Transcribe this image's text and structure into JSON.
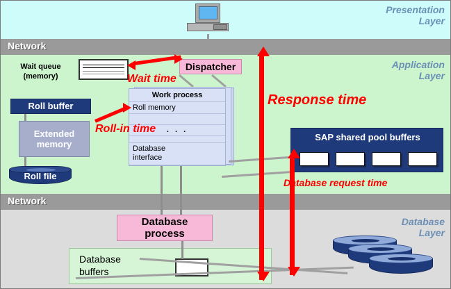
{
  "diagram": {
    "title": "SAP response time components across presentation, application and database layers"
  },
  "layers": [
    {
      "name": "presentation",
      "label": "Presentation\nLayer",
      "color": "#cdfcfb"
    },
    {
      "name": "application",
      "label": "Application\nLayer",
      "color": "#ccf5cd"
    },
    {
      "name": "database",
      "label": "Database\nLayer",
      "color": "#dcdcdc"
    }
  ],
  "network": {
    "top_label": "Network",
    "bottom_label": "Network",
    "color": "#9a9a9a"
  },
  "presentation": {
    "client_icon": "desktop-computer-icon"
  },
  "application": {
    "wait_queue_label": "Wait queue\n(memory)",
    "wait_queue_rows": 4,
    "dispatcher_label": "Dispatcher",
    "roll_buffer_label": "Roll buffer",
    "extended_memory_label": "Extended\nmemory",
    "roll_file_label": "Roll file",
    "work_process": {
      "title": "Work process",
      "roll_memory": "Roll memory",
      "ellipsis": ". . .",
      "database_interface": "Database\ninterface",
      "stack_count": 3
    },
    "sap_buffers": {
      "title": "SAP shared pool buffers",
      "slot_count": 4,
      "color": "#1f3a7a"
    }
  },
  "database": {
    "process_label": "Database\nprocess",
    "buffers_label": "Database\nbuffers",
    "disk_count": 3
  },
  "annotations": {
    "response_time": "Response time",
    "wait_time": "Wait time",
    "roll_in_time": "Roll-in time",
    "database_request_time": "Database request time",
    "color": "#ff0000"
  },
  "colors": {
    "accent_red": "#ff0000",
    "navy": "#1f3a7a",
    "pink": "#f8b9d8",
    "layer_label": "#6b8fb5"
  }
}
